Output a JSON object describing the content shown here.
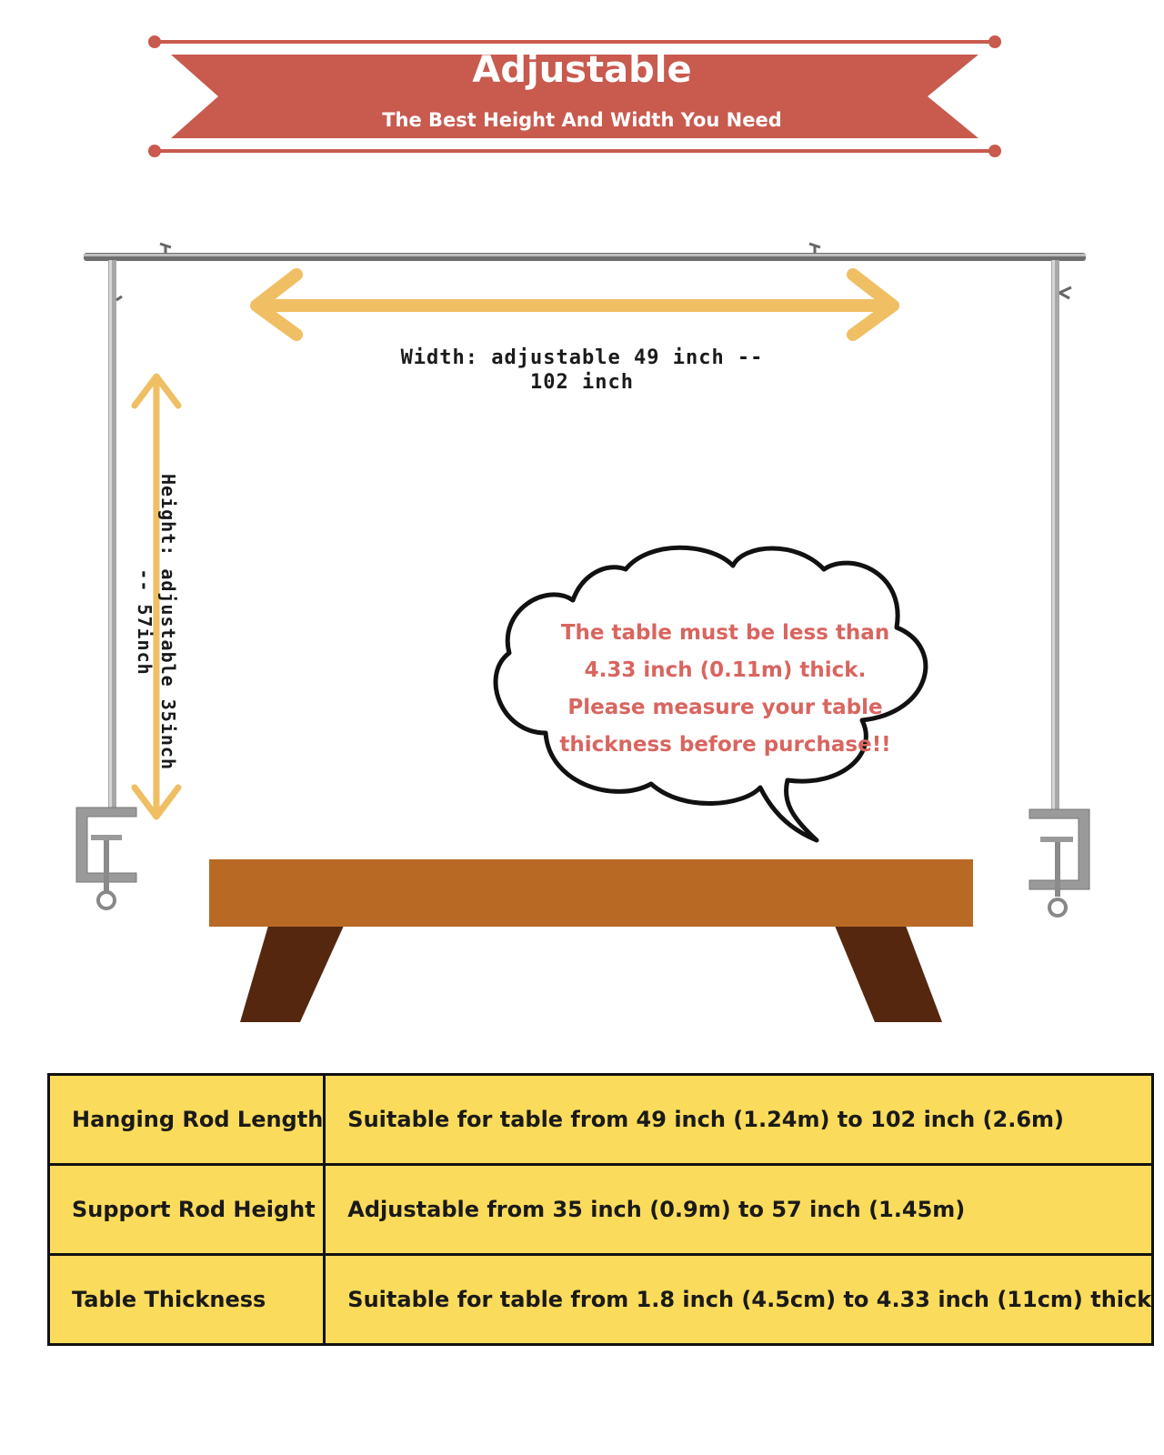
{
  "banner": {
    "title": "Adjustable",
    "subtitle": "The Best Height And Width You Need"
  },
  "dimensions": {
    "width_label": "Width: adjustable 49 inch -- 102 inch",
    "height_label": "Height: adjustable 35inch -- 57inch"
  },
  "callout": {
    "lines": [
      "The table must be less than",
      "4.33 inch (0.11m) thick.",
      "Please measure your table",
      "thickness before purchase!!"
    ]
  },
  "specs": [
    {
      "label": "Hanging Rod Length",
      "value": "Suitable for table from 49 inch (1.24m) to 102 inch (2.6m)"
    },
    {
      "label": "Support Rod Height",
      "value": "Adjustable from 35 inch (0.9m) to 57 inch (1.45m)"
    },
    {
      "label": "Table Thickness",
      "value": "Suitable for table from 1.8 inch (4.5cm) to 4.33 inch (11cm) thick"
    }
  ],
  "colors": {
    "banner": "#c85a4e",
    "arrow": "#f0be63",
    "callout_text": "#d9655f",
    "table_top": "#b86a25",
    "table_legs": "#55270f",
    "spec_table": "#fbdb5b",
    "metal": "#9a9a9a"
  }
}
